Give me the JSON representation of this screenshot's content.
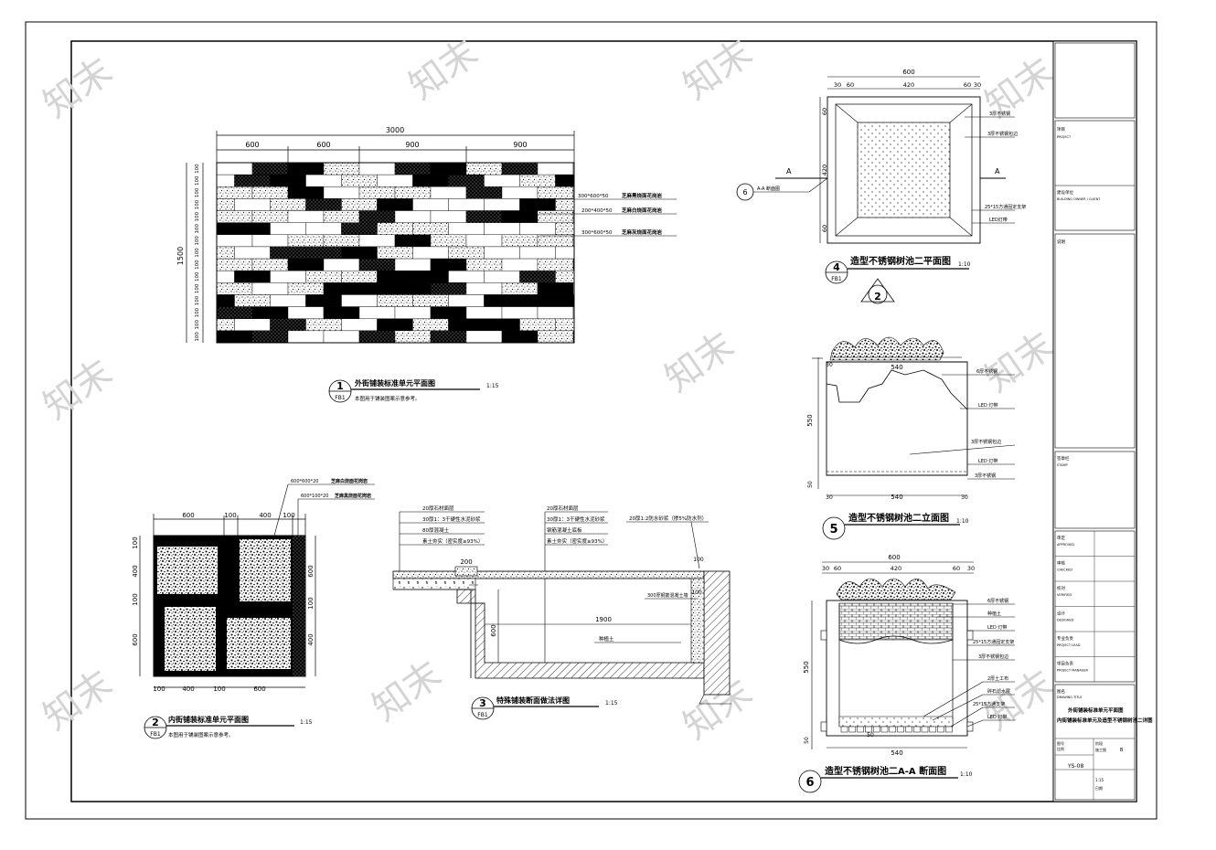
{
  "titles": {
    "d1_name": "外街铺装标准单元平面图",
    "d1_num": "1",
    "d1_sheet": "FB1",
    "d1_scale": "1:15",
    "d1_note": "本图用于铺装图案示意参考。",
    "d2_name": "内街铺装标准单元平面图",
    "d2_num": "2",
    "d2_sheet": "FB1",
    "d2_scale": "1:15",
    "d2_note": "本图用于铺装图案示意参考。",
    "d3_name": "特殊铺装断面做法详图",
    "d3_num": "3",
    "d3_sheet": "FB1",
    "d3_scale": "1:15",
    "d4_name": "造型不锈钢树池二平面图",
    "d4_num": "4",
    "d4_sheet": "FB1",
    "d4_scale": "1:10",
    "d4_section_num": "2",
    "d5_name": "造型不锈钢树池二立面图",
    "d5_num": "5",
    "d5_scale": "1:10",
    "d6_name": "造型不锈钢树池二A-A  断面图",
    "d6_num": "6",
    "d6_scale": "1:10"
  },
  "d1": {
    "total_width": "3000",
    "segments": [
      "600",
      "600",
      "900",
      "900"
    ],
    "height": "1500",
    "row_dim": "100",
    "leaders": [
      {
        "size": "300*600*50",
        "name": "芝麻黑烧面花岗岩"
      },
      {
        "size": "200*400*50",
        "name": "芝麻白烧面花岗岩"
      },
      {
        "size": "300*600*50",
        "name": "芝麻灰烧面花岗岩"
      }
    ]
  },
  "d2": {
    "top_dims": [
      "600",
      "100",
      "400",
      "100"
    ],
    "bottom_dims": [
      "100",
      "400",
      "100",
      "600"
    ],
    "left_dims": [
      "100",
      "400",
      "100",
      "600"
    ],
    "right_dims": [
      "600",
      "100",
      "400"
    ],
    "leaders": [
      {
        "size": "600*600*20",
        "name": "芝麻白烧面花岗岩"
      },
      {
        "size": "600*100*20",
        "name": "芝麻黑烧面花岗岩"
      }
    ]
  },
  "d3": {
    "left_layers": [
      "20厚石材面层",
      "30厚1：3干硬性水泥砂浆",
      "80厚混凝土",
      "素土夯实（密实度≥93%）"
    ],
    "right_layers": [
      "20厚石材面层",
      "30厚1：3干硬性水泥砂浆",
      "钢筋混凝土底板",
      "素土夯实（密实度≥93%）"
    ],
    "top_note": "20厚1:2防水砂浆（掺5%防水剂）",
    "width": "1900",
    "depth": "600",
    "step": "200",
    "wall": "100",
    "wall_note": "300厚钢筋混凝土墙",
    "inner_note": "种植土",
    "dim_100": "100"
  },
  "d4": {
    "total": "600",
    "parts": [
      "30",
      "60",
      "420",
      "60",
      "30"
    ],
    "side": [
      "60",
      "420",
      "60"
    ],
    "mark": "A",
    "leaders": [
      "3厚不锈钢",
      "3厚不锈钢包边",
      "25*15方通固定支架",
      "LED灯带"
    ],
    "callout": "A-A 断面图",
    "callout_num": "6"
  },
  "d5": {
    "width_top": "540",
    "width_bottom": "540",
    "edge": "30",
    "height": "550",
    "base": "50",
    "leaders": [
      "6厚不锈钢",
      "LED 灯带",
      "3厚不锈钢包边",
      "LED 灯带",
      "3厚不锈钢"
    ]
  },
  "d6": {
    "total": "600",
    "parts": [
      "30",
      "60",
      "420",
      "60",
      "30"
    ],
    "height": "550",
    "base": "50",
    "bottom": "540",
    "mid": "50",
    "leaders": [
      "6厚不锈钢",
      "种植土",
      "LED 灯带",
      "25*15方通固定支架",
      "3厚不锈钢包边",
      "2厚土工布",
      "碎石滤水层",
      "25*15方通支架",
      "LED 灯带"
    ]
  },
  "titleblock": {
    "project_label": "项目",
    "project_value": "PROJECT",
    "client_label": "建设单位",
    "client_value": "BUILDING OWNER / CLIENT",
    "notes_label": "说明",
    "sign_label": "签章栏",
    "sign_value": "STAMP",
    "rows": [
      {
        "label": "审定",
        "value": "APPROVED"
      },
      {
        "label": "审核",
        "value": "CHECKED"
      },
      {
        "label": "校对",
        "value": "VERIFIED"
      },
      {
        "label": "设计",
        "value": "DESIGNED"
      },
      {
        "label": "专业负责",
        "value": "PROJECT LEAD"
      },
      {
        "label": "项目负责",
        "value": "PROJECT MANAGER"
      }
    ],
    "drawing_label": "图名",
    "drawing_value": "DRAWING TITLE",
    "drawing_title_1": "外街铺装标准单元平面图",
    "drawing_title_2": "内街铺装标准单元及造型不锈钢树池二详图",
    "drawing_no_label": "图号",
    "drawing_no": "YS-08",
    "phase_label": "阶段",
    "phase_value": "施工图",
    "version_label": "版本",
    "version_value": "B",
    "scale_label": "比例",
    "scale_value": "1:15",
    "date_label": "日期",
    "date_value": "DATE"
  },
  "watermark": "知末"
}
